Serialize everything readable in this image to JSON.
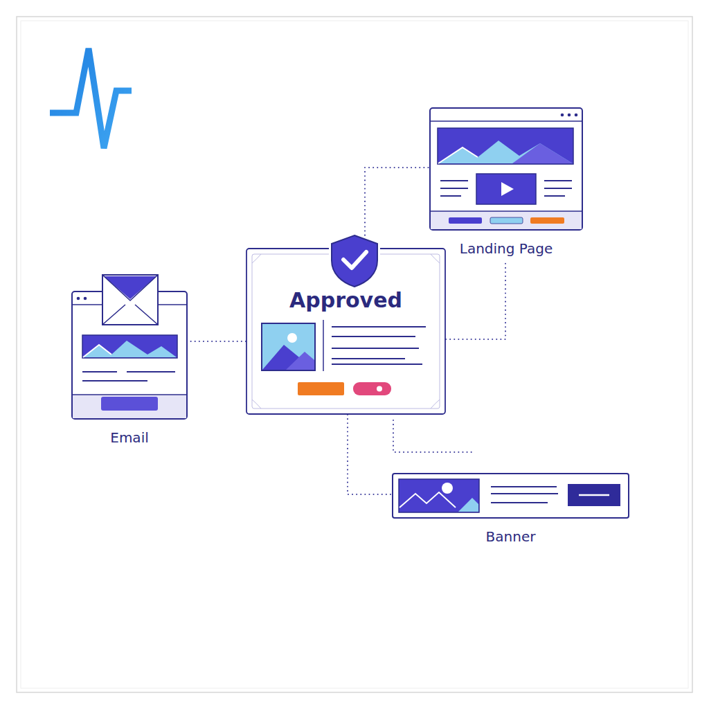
{
  "diagram": {
    "nodes": [
      {
        "text": [
          "Landing Page"
        ]
      },
      {
        "text": [
          "Approved"
        ]
      },
      {
        "text": [
          "Email"
        ]
      },
      {
        "text": [
          "Banner"
        ]
      }
    ],
    "edges": [
      {
        "from": 1,
        "to": 0,
        "arrow": "none"
      },
      {
        "from": 1,
        "to": 0,
        "arrow": "none"
      },
      {
        "from": 1,
        "to": 2,
        "arrow": "none"
      },
      {
        "from": 1,
        "to": 3,
        "arrow": "none"
      }
    ]
  }
}
